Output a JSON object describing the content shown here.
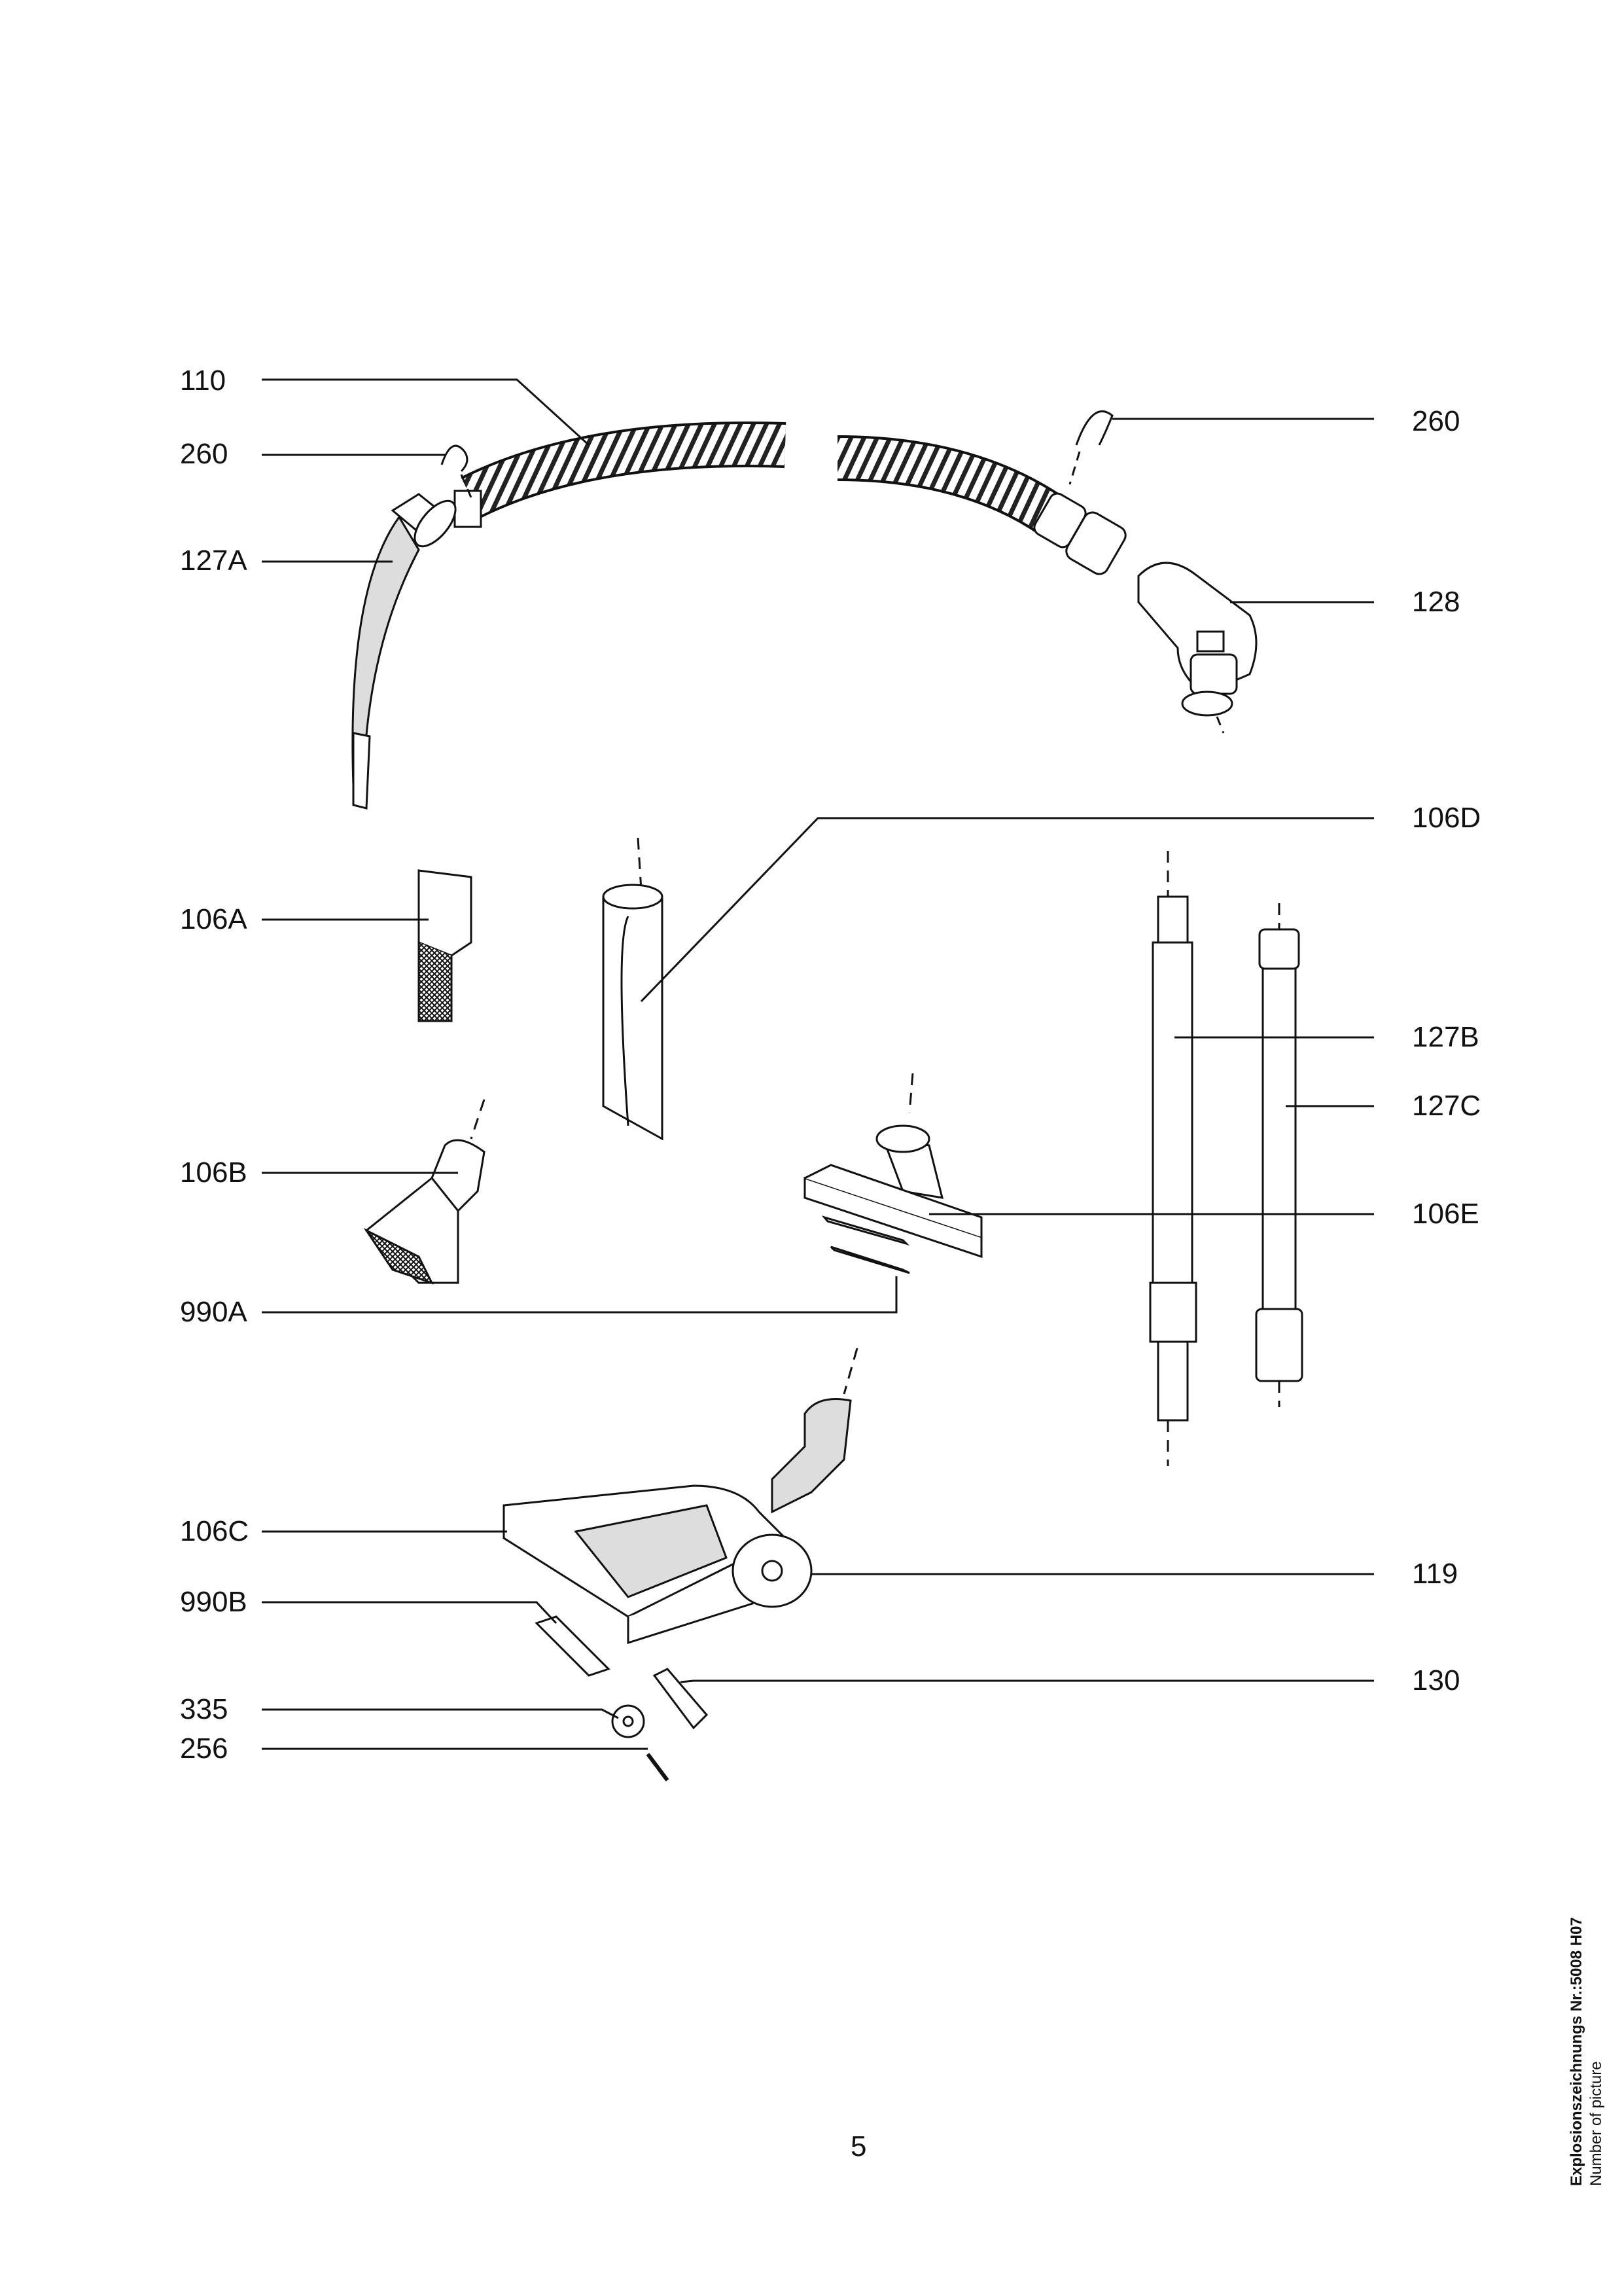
{
  "labels": {
    "l110": "110",
    "l260_left": "260",
    "l127A": "127A",
    "l260_right": "260",
    "l128": "128",
    "l106D": "106D",
    "l106A": "106A",
    "l127B": "127B",
    "l127C": "127C",
    "l106B": "106B",
    "l106E": "106E",
    "l990A": "990A",
    "l106C": "106C",
    "l119": "119",
    "l990B": "990B",
    "l130": "130",
    "l335": "335",
    "l256": "256"
  },
  "page_number": "5",
  "side_note": {
    "title": "Explosionszeichnungs Nr.:5008 H07",
    "subtitle": "Number of picture"
  },
  "colors": {
    "ink": "#111111",
    "paper": "#ffffff",
    "shade": "#d9d9d9"
  }
}
